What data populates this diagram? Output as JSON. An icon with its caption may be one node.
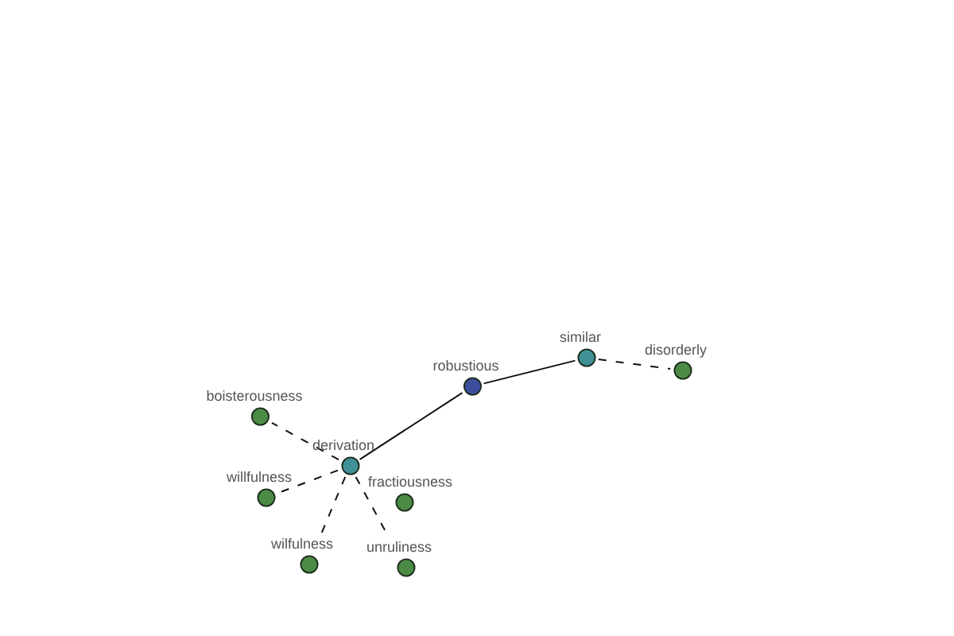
{
  "diagram": {
    "nodes": [
      {
        "text": [
          "similar"
        ]
      },
      {
        "text": [
          "disorderly"
        ]
      },
      {
        "text": [
          "robustious"
        ]
      },
      {
        "text": [
          "boisterousness"
        ]
      },
      {
        "text": [
          "derivation"
        ]
      },
      {
        "text": [
          "willfulness"
        ]
      },
      {
        "text": [
          "fractiousness"
        ]
      },
      {
        "text": [
          "wilfulness"
        ]
      },
      {
        "text": [
          "unruliness"
        ]
      }
    ],
    "edges": [
      {
        "from": 2,
        "to": 0,
        "arrow": "none"
      },
      {
        "from": 0,
        "to": 1,
        "arrow": "none",
        "style": "dashed"
      },
      {
        "from": 4,
        "to": 2,
        "arrow": "none"
      },
      {
        "from": 4,
        "to": 3,
        "arrow": "none",
        "style": "dashed"
      },
      {
        "from": 4,
        "to": 5,
        "arrow": "none",
        "style": "dashed"
      },
      {
        "from": 4,
        "to": 7,
        "arrow": "none",
        "style": "dashed"
      },
      {
        "from": 4,
        "to": 8,
        "arrow": "none",
        "style": "dashed"
      }
    ]
  }
}
